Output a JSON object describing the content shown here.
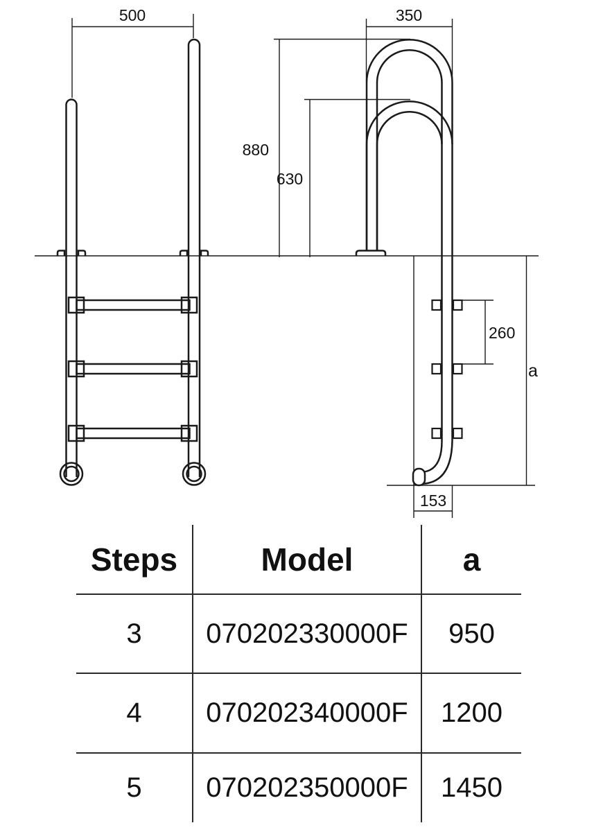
{
  "colors": {
    "background": "#ffffff",
    "line": "#1a1a1a",
    "text": "#111111"
  },
  "drawing": {
    "dim_stile_spacing": "500",
    "dim_handle_width": "350",
    "dim_tall_handle_height": "880",
    "dim_short_handle_height": "630",
    "dim_step_spacing": "260",
    "dim_depth_label": "a",
    "dim_foot_offset": "153"
  },
  "table": {
    "headers": {
      "steps": "Steps",
      "model": "Model",
      "a": "a"
    },
    "rows": [
      {
        "steps": "3",
        "model": "070202330000F",
        "a": "950"
      },
      {
        "steps": "4",
        "model": "070202340000F",
        "a": "1200"
      },
      {
        "steps": "5",
        "model": "070202350000F",
        "a": "1450"
      }
    ]
  }
}
